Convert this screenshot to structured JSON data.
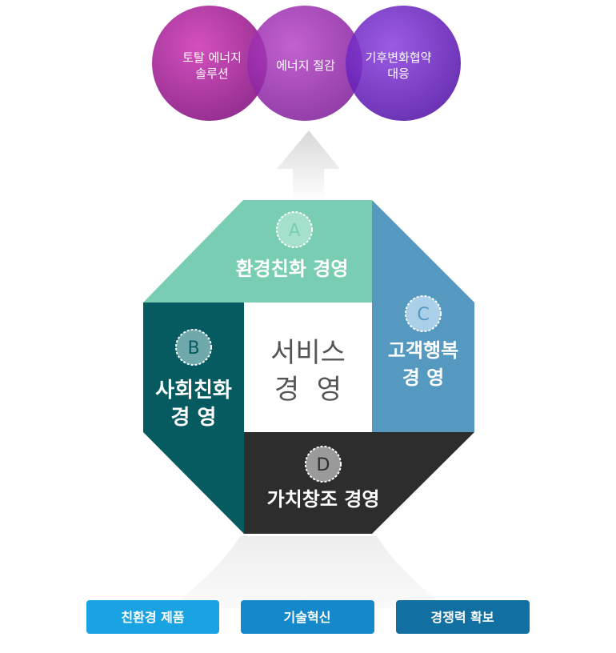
{
  "goals": [
    {
      "lines": [
        "토탈 에너지",
        "솔루션"
      ],
      "color": "#b0279e"
    },
    {
      "lines": [
        "에너지 절감"
      ],
      "color": "#a123b4"
    },
    {
      "lines": [
        "기후변화협약",
        "대응"
      ],
      "color": "#7b1fd1"
    }
  ],
  "segments": {
    "a": {
      "badge": "A",
      "title": "환경친화 경영",
      "color": "#79cdb2"
    },
    "b": {
      "badge": "B",
      "title_lines": [
        "사회친화",
        "경 영"
      ],
      "color": "#065b61"
    },
    "c": {
      "badge": "C",
      "title_lines": [
        "고객행복",
        "경 영"
      ],
      "color": "#5599c0"
    },
    "d": {
      "badge": "D",
      "title": "가치창조 경영",
      "color": "#2d2d2d"
    }
  },
  "center": {
    "lines": [
      "서비스",
      "경  영"
    ]
  },
  "buttons": [
    {
      "label": "친환경 제품",
      "color": "#1aa3e3"
    },
    {
      "label": "기술혁신",
      "color": "#1488c8"
    },
    {
      "label": "경쟁력 확보",
      "color": "#116fa2"
    }
  ]
}
